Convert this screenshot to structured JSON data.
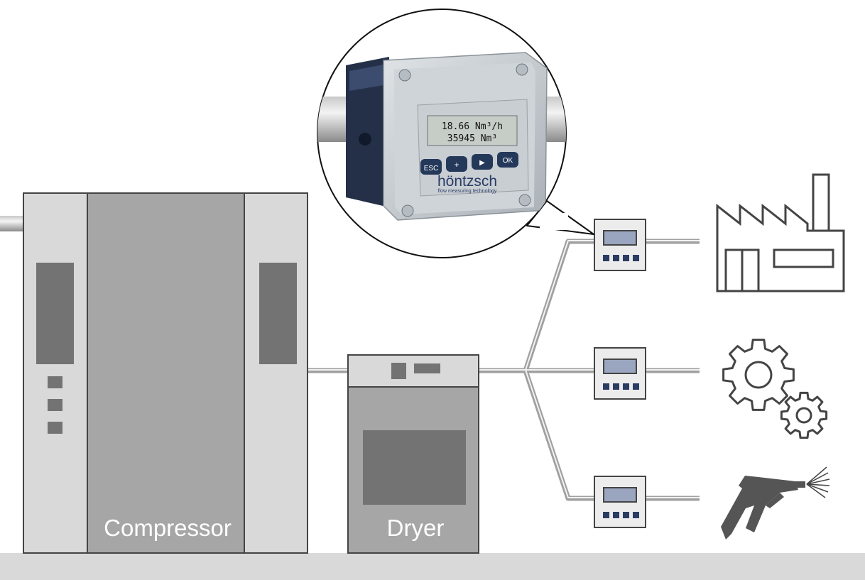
{
  "labels": {
    "compressor": "Compressor",
    "dryer": "Dryer"
  },
  "device": {
    "line1": "18.66 Nm³/h",
    "line2": "35945 Nm³",
    "buttons": {
      "esc": "ESC",
      "plus": "+",
      "play": "▶",
      "ok": "OK"
    },
    "brand": "höntzsch",
    "tagline": "flow measuring technology"
  },
  "icons": {
    "consumer_1": "factory-icon",
    "consumer_2": "gears-icon",
    "consumer_3": "air-gun-icon"
  },
  "colors": {
    "machine_light": "#d9d9d9",
    "machine_mid": "#a6a6a6",
    "machine_dark": "#6f6f6f",
    "pipe": "#a0a0a0",
    "floor": "#d9d9d9",
    "button_navy": "#24385a",
    "icon_stroke": "#444444"
  }
}
